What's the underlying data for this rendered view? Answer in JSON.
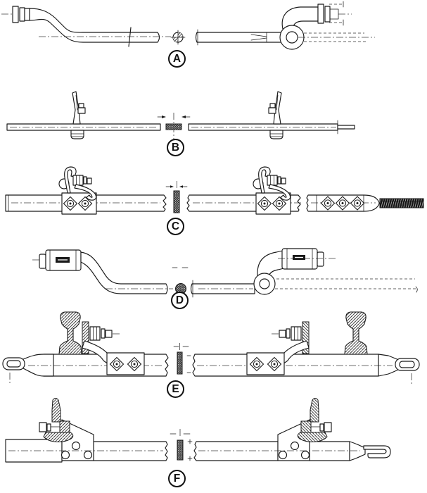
{
  "figure": {
    "type": "technical-line-drawing",
    "background_color": "#ffffff",
    "ink_color": "#1a1a1a",
    "rows": [
      {
        "label": "A",
        "name": "round-rod-offset-bend-jaw-and-threaded-ends",
        "mid_symbol": "round-section"
      },
      {
        "label": "B",
        "name": "flat-bar-with-angle-clips",
        "mid_symbol": "flat-section"
      },
      {
        "label": "C",
        "name": "bar-with-hook-clamps-and-threaded-end",
        "mid_symbol": "flat-section"
      },
      {
        "label": "D",
        "name": "round-rod-with-barrel-sockets-and-eye",
        "mid_symbol": "round-section"
      },
      {
        "label": "E",
        "name": "bar-with-rail-clamps-and-loop-ends",
        "mid_symbol": "flat-section"
      },
      {
        "label": "F",
        "name": "bar-with-bracket-clamps-and-hook-end",
        "mid_symbol": "flat-section"
      }
    ]
  }
}
